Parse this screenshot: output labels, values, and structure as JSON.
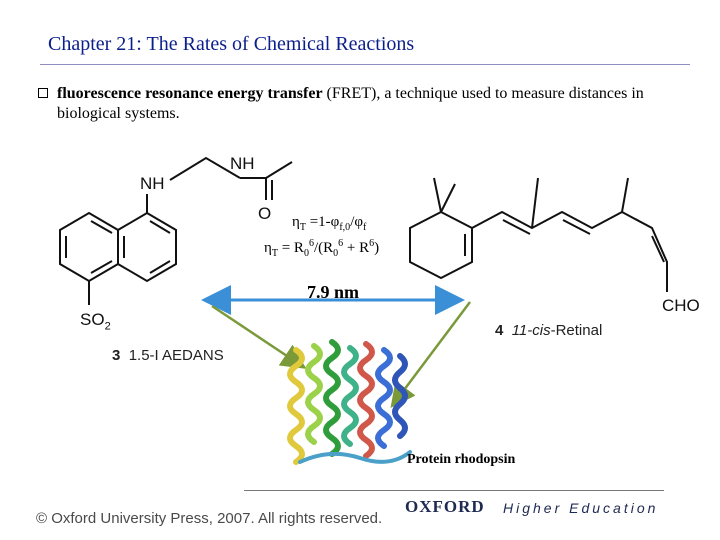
{
  "slide": {
    "title": "Chapter 21: The Rates of Chemical Reactions",
    "bullet_bold": "fluorescence resonance energy transfer",
    "bullet_rest": " (FRET), a technique used to measure distances in biological systems."
  },
  "equations": {
    "eq1_prefix": "η",
    "eq1_sub": "T",
    "eq1_mid": " =1-φ",
    "eq1_sub2": "f,0",
    "eq1_tail": "/φ",
    "eq1_sub3": "f",
    "eq2_prefix": "η",
    "eq2_sub": "T",
    "eq2_a": " = R",
    "eq2_b0": "0",
    "eq2_b6": "6",
    "eq2_c": "/(R",
    "eq2_d0": "0",
    "eq2_d6": "6",
    "eq2_e": " + R",
    "eq2_e6": "6",
    "eq2_f": ")"
  },
  "distance": "7.9 nm",
  "molecule_left": {
    "nh_top": "NH",
    "nh_side": "NH",
    "o_atom": "O",
    "so2": "SO",
    "so2_sub": "2",
    "num": "3",
    "name": "1.5-I AEDANS"
  },
  "molecule_right": {
    "cho": "CHO",
    "num": "4",
    "name_italic": "11-cis",
    "name_rest": "-Retinal"
  },
  "protein_label": "Protein rhodopsin",
  "footer": {
    "copyright": "© Oxford University Press, 2007. All rights reserved.",
    "oxford": "OXFORD",
    "higher": "Higher Education"
  },
  "colors": {
    "title": "#0b1f8a",
    "arrow_blue": "#3b8fd6",
    "arrow_green": "#7a9a3a"
  }
}
